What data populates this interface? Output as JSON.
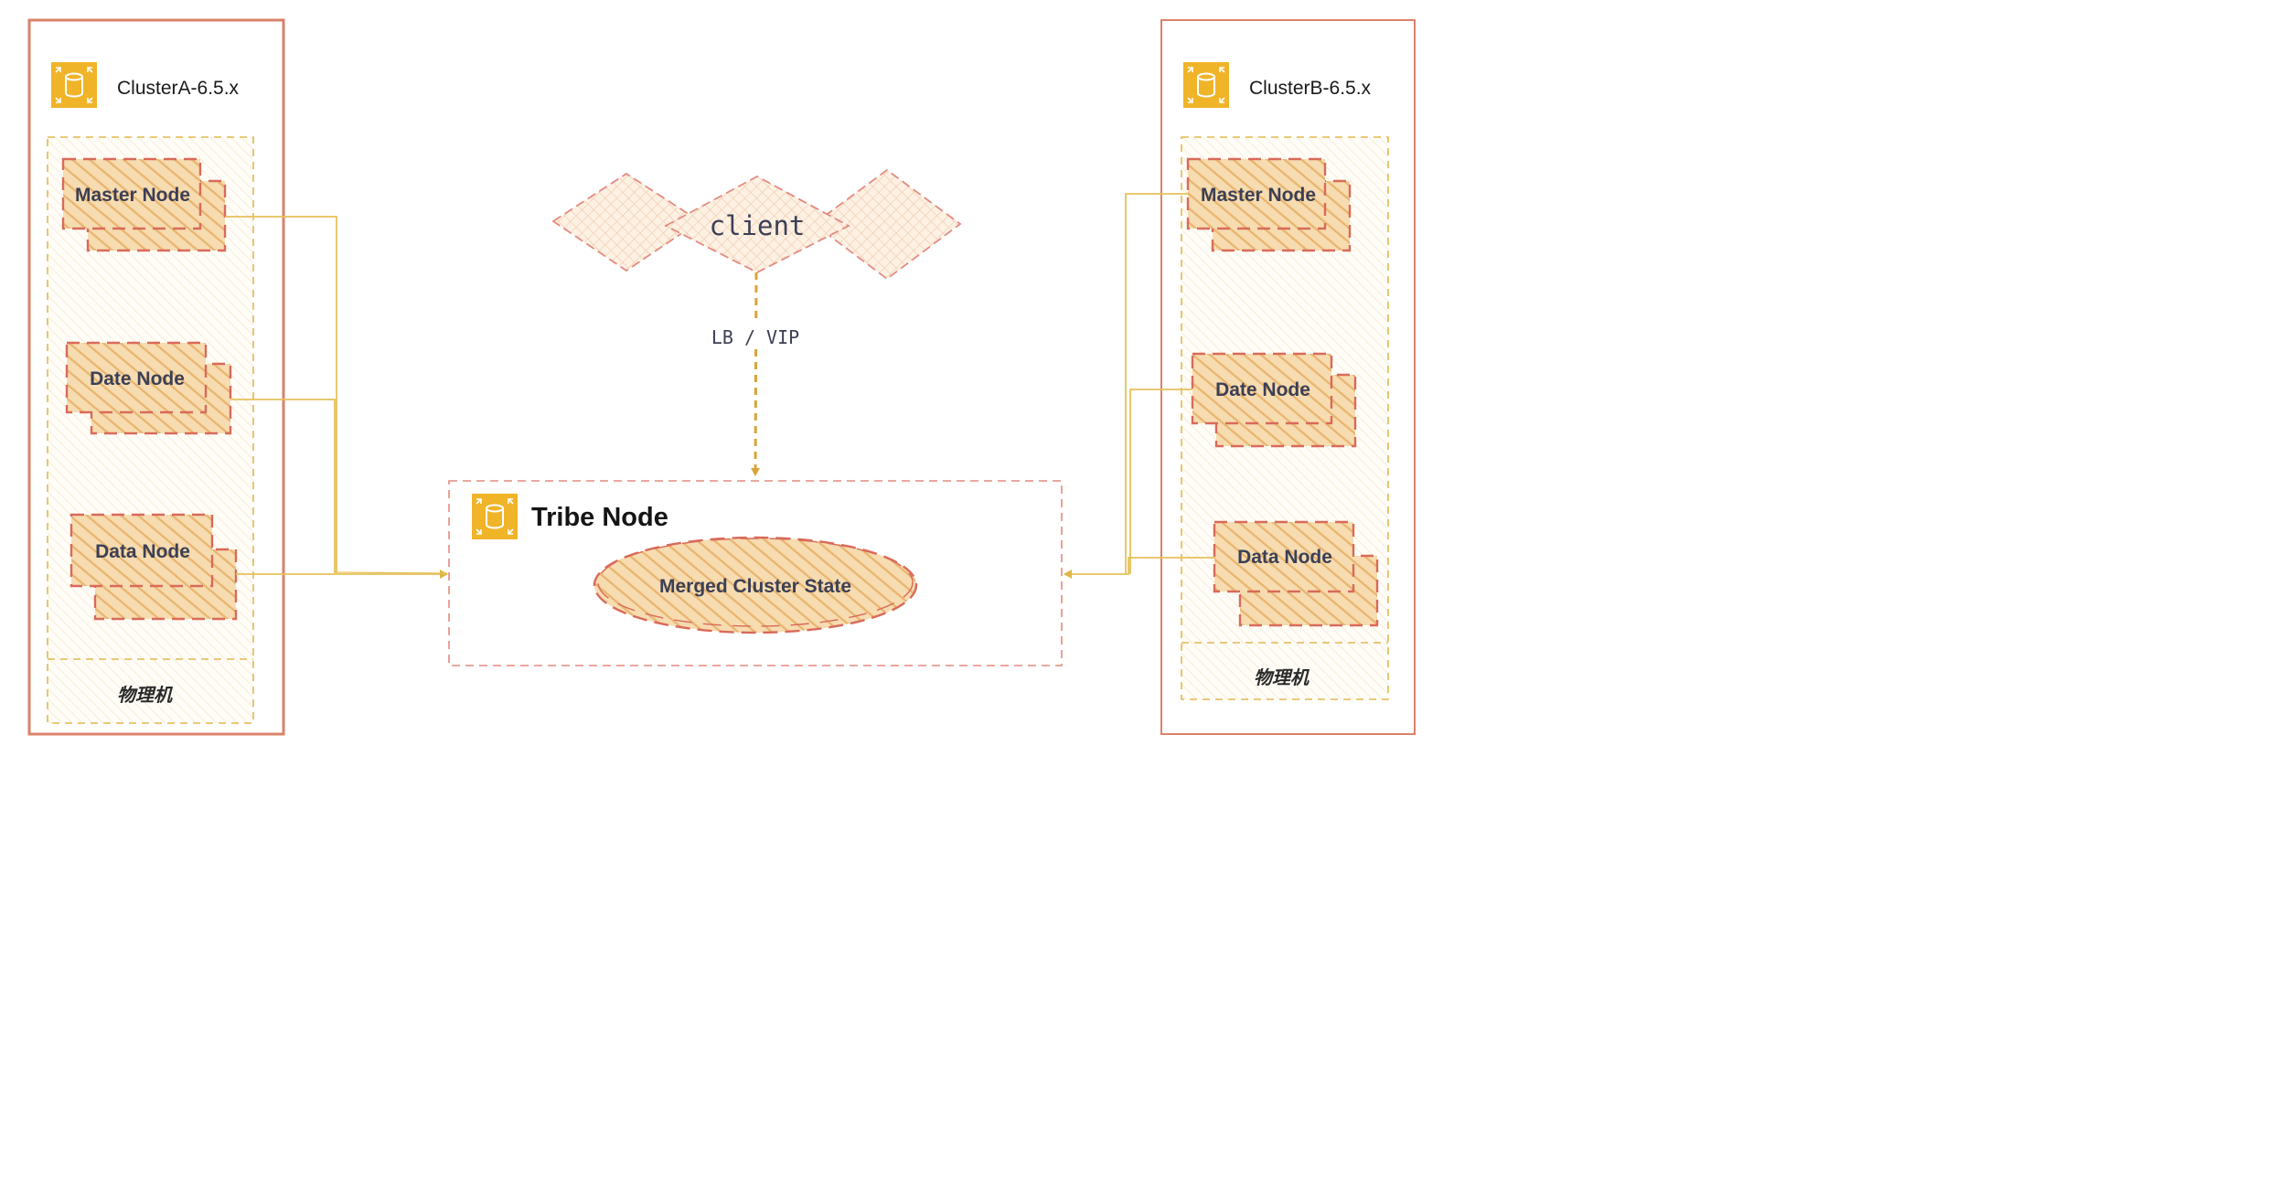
{
  "clusters": {
    "a": {
      "title": "ClusterA-6.5.x",
      "nodes": [
        "Master Node",
        "Date Node",
        "Data Node"
      ],
      "machine_label": "物理机"
    },
    "b": {
      "title": "ClusterB-6.5.x",
      "nodes": [
        "Master Node",
        "Date Node",
        "Data Node"
      ],
      "machine_label": "物理机"
    }
  },
  "client": {
    "label": "client"
  },
  "link": {
    "label": "LB / VIP"
  },
  "tribe": {
    "title": "Tribe Node",
    "state_label": "Merged Cluster State"
  },
  "icons": {
    "cluster": "database-icon"
  },
  "colors": {
    "frame": "#d9826a",
    "node_fill": "#f3c98c",
    "node_border": "#d96a5a",
    "connector": "#e6c15a",
    "arrow": "#d9a43a",
    "icon": "#f0b429"
  }
}
